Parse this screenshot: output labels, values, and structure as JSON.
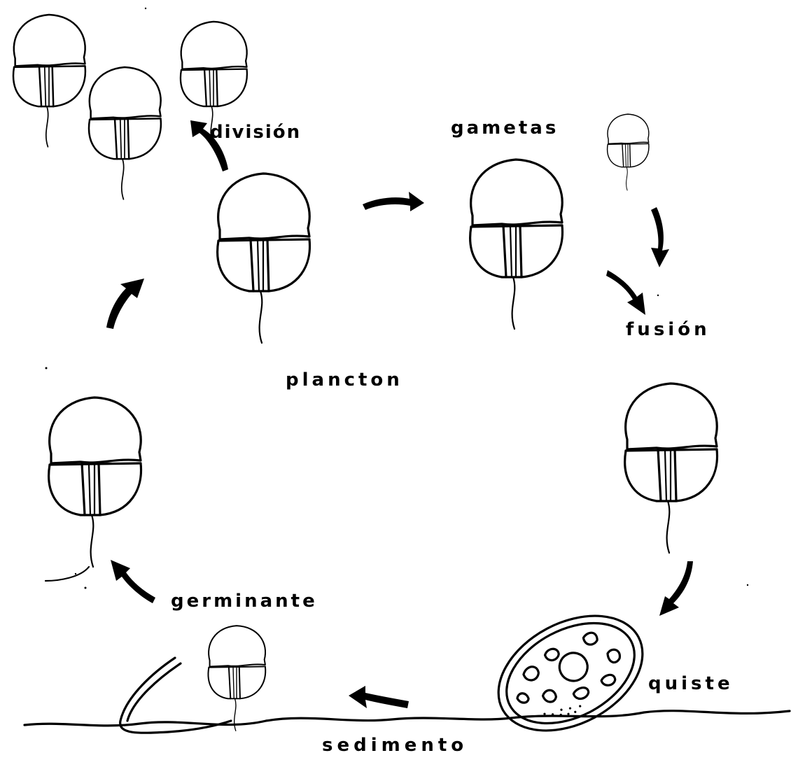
{
  "labels": {
    "division": "división",
    "gametas": "gametas",
    "fusion": "fusión",
    "plancton": "plancton",
    "germinante": "germinante",
    "quiste": "quiste",
    "sedimento": "sedimento"
  },
  "icons": {
    "cell": "dinoflagellate-cell-icon",
    "cyst": "resting-cyst-icon",
    "arrow": "curved-arrow-icon"
  }
}
